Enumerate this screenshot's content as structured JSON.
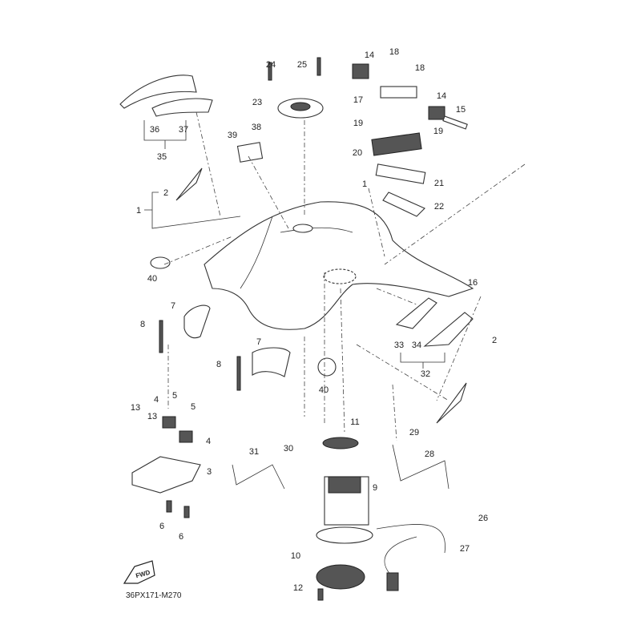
{
  "diagram": {
    "callouts": [
      "24",
      "25",
      "23",
      "14",
      "18",
      "18",
      "17",
      "14",
      "15",
      "19",
      "19",
      "20",
      "21",
      "22",
      "1",
      "36",
      "37",
      "35",
      "39",
      "38",
      "2",
      "1",
      "40",
      "7",
      "8",
      "16",
      "33",
      "34",
      "32",
      "2",
      "7",
      "8",
      "40",
      "13",
      "4",
      "5",
      "5",
      "13",
      "4",
      "3",
      "6",
      "6",
      "11",
      "29",
      "31",
      "30",
      "28",
      "9",
      "26",
      "27",
      "10",
      "12"
    ],
    "fwd_label": "FWD",
    "drawing_code": "36PX171-M270"
  }
}
